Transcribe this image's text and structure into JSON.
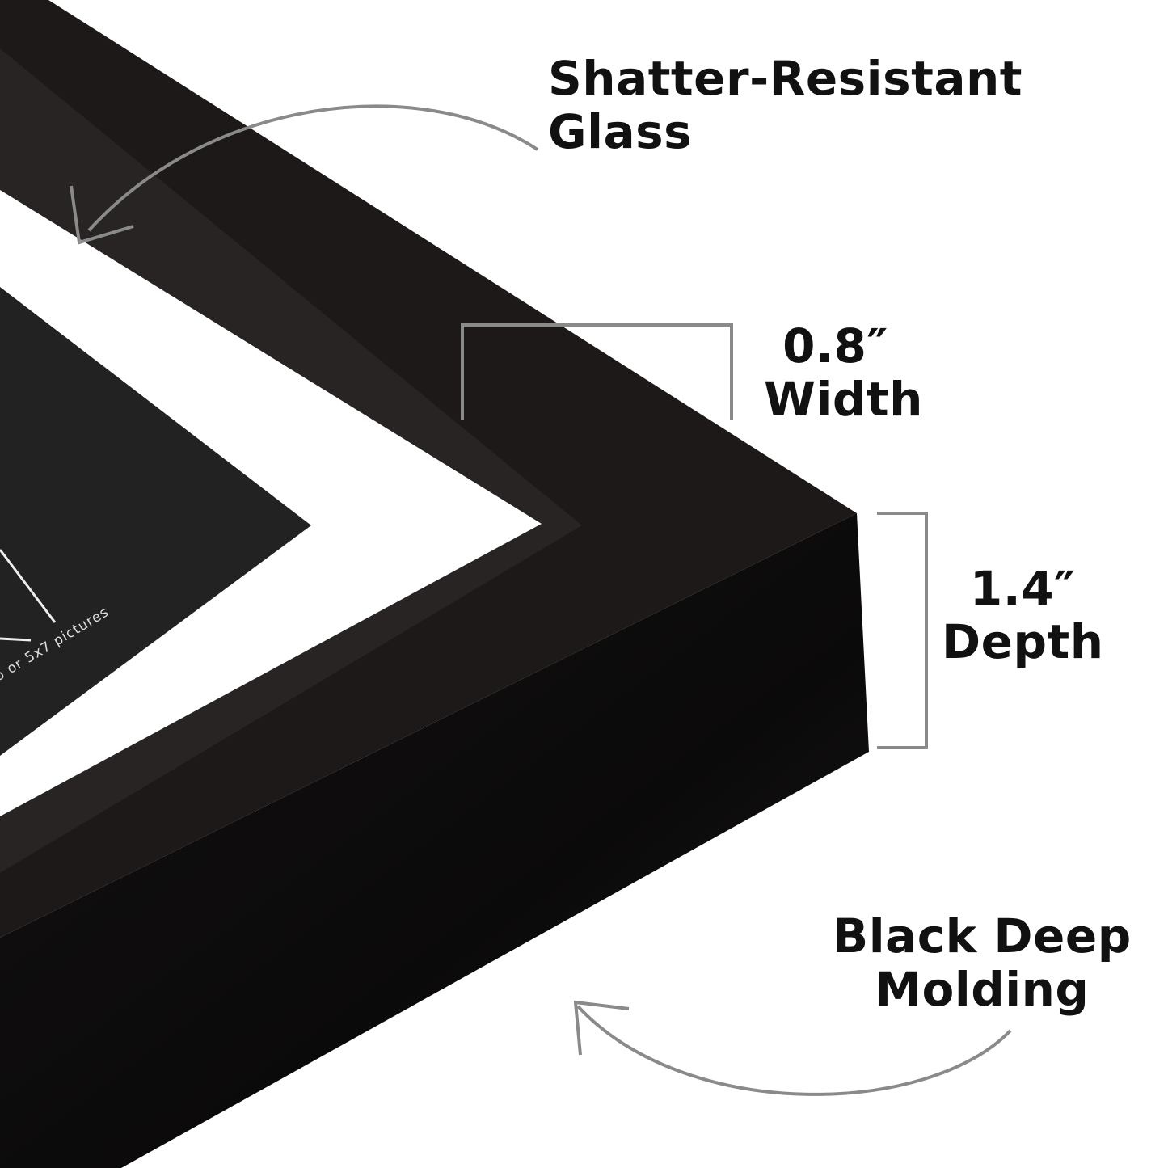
{
  "features": {
    "glass": {
      "line1": "Shatter-Resistant",
      "line2": "Glass"
    },
    "width": {
      "line1": "0.8″",
      "line2": "Width"
    },
    "depth": {
      "line1": "1.4″",
      "line2": "Depth"
    },
    "molding": {
      "line1": "Black Deep",
      "line2": "Molding"
    }
  },
  "insert_text": "o or  5x7 pictures",
  "colors": {
    "frame": "#1a1716",
    "frame_side": "#0e0c0c",
    "mat": "#ffffff",
    "annotation": "#8a8a8a",
    "text": "#111111"
  }
}
